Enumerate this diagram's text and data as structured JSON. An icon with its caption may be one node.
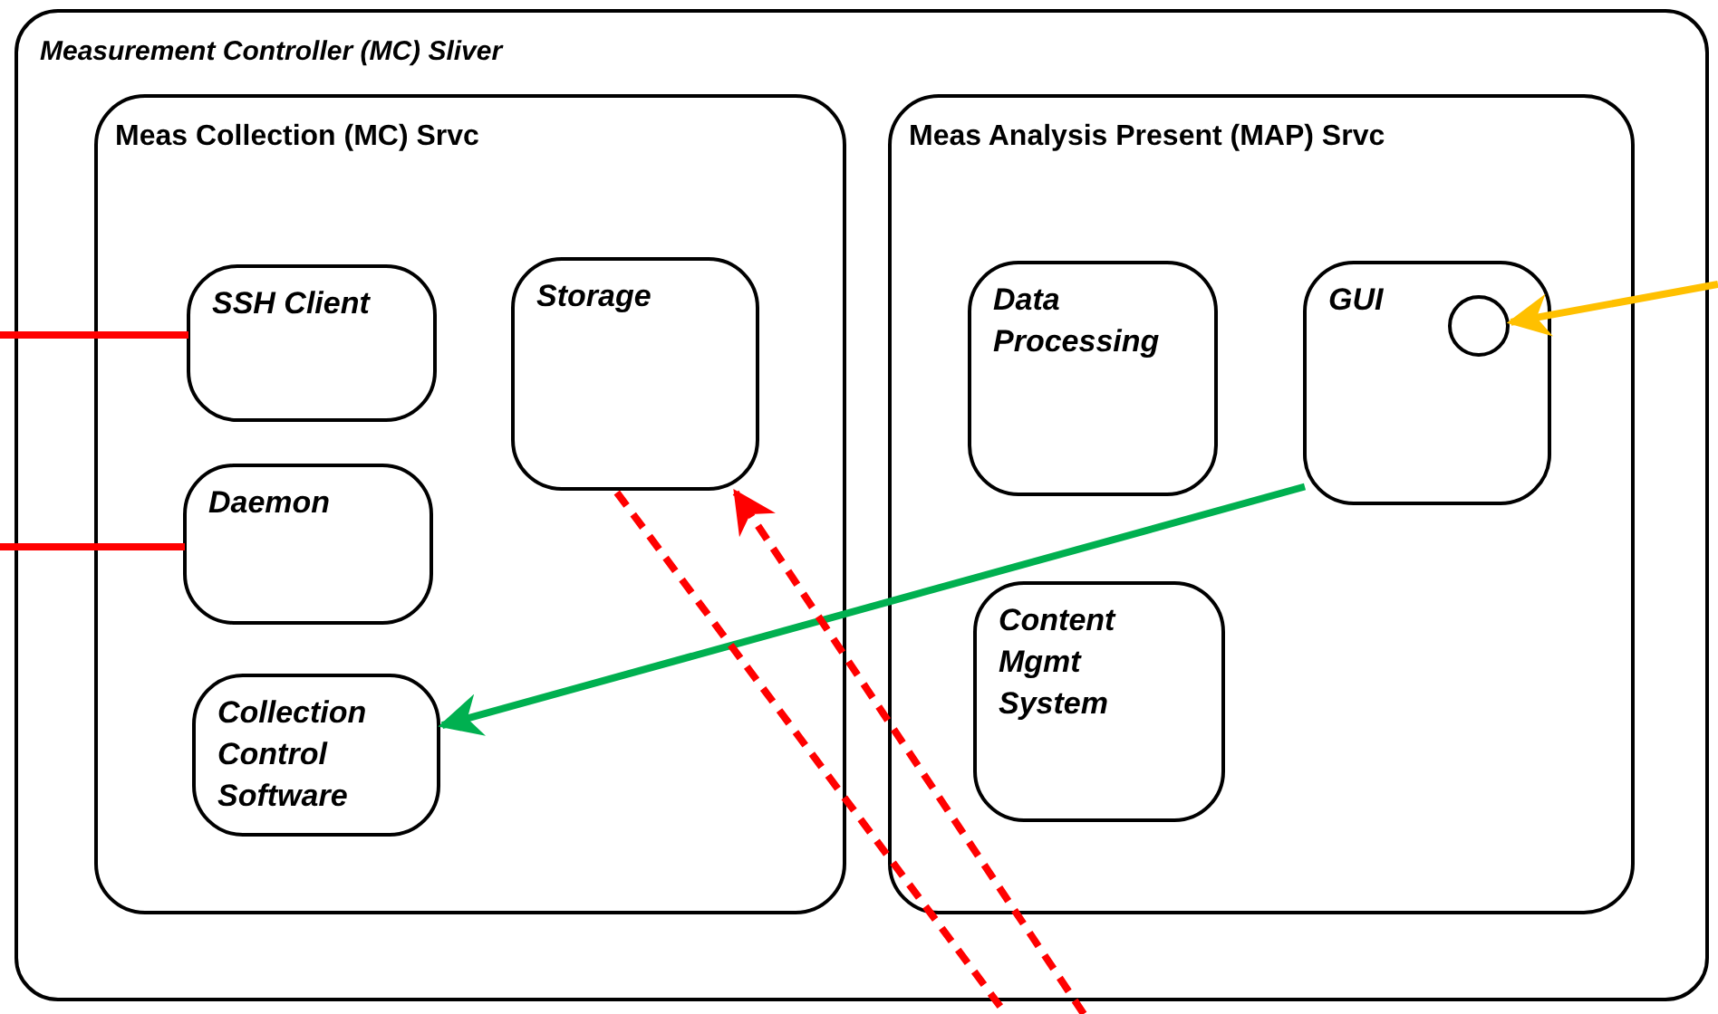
{
  "diagram": {
    "nodes": [
      {
        "text": [
          "Measurement Controller (MC) Sliver"
        ]
      },
      {
        "text": [
          "Meas Collection (MC) Srvc"
        ],
        "in": 0
      },
      {
        "text": [
          "SSH Client"
        ],
        "in": 1
      },
      {
        "text": [
          "Storage"
        ],
        "in": 1
      },
      {
        "text": [
          "Daemon"
        ],
        "in": 1
      },
      {
        "text": [
          "Collection Control Software"
        ],
        "in": 1
      },
      {
        "text": [
          "Meas Analysis Present (MAP) Srvc"
        ],
        "in": 0
      },
      {
        "text": [
          "Data Processing"
        ],
        "in": 6
      },
      {
        "text": [
          "GUI"
        ],
        "in": 6
      },
      {
        "text": [],
        "shape": "circle",
        "in": 8
      },
      {
        "text": [
          "Content Mgmt System"
        ],
        "in": 6
      }
    ],
    "edges": [
      {
        "from": null,
        "to": 2,
        "arrow": "none",
        "color": "#ff0000"
      },
      {
        "from": null,
        "to": 4,
        "arrow": "none",
        "color": "#ff0000"
      },
      {
        "from": 8,
        "to": 5,
        "arrow": "to",
        "color": "#00b050"
      },
      {
        "from": null,
        "to": 9,
        "arrow": "to",
        "color": "#ffc000"
      },
      {
        "from": null,
        "to": 3,
        "arrow": "to",
        "style": "dashed",
        "color": "#ff0000"
      },
      {
        "from": 3,
        "to": null,
        "arrow": "none",
        "style": "dashed",
        "color": "#ff0000"
      }
    ]
  }
}
